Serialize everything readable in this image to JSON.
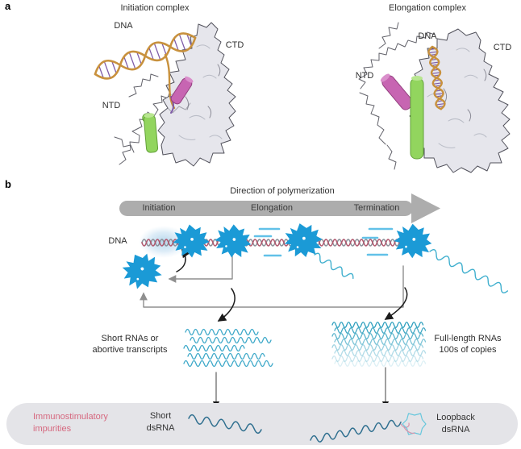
{
  "figure": {
    "panel_a": {
      "label": "a",
      "initiation": {
        "title": "Initiation complex",
        "dna": "DNA",
        "ctd": "CTD",
        "ntd": "NTD"
      },
      "elongation": {
        "title": "Elongation complex",
        "dna": "DNA",
        "ctd": "CTD",
        "ntd": "NTD"
      }
    },
    "panel_b": {
      "label": "b",
      "direction_title": "Direction of polymerization",
      "stages": [
        "Initiation",
        "Elongation",
        "Termination"
      ],
      "dna": "DNA",
      "short_rna_line1": "Short RNAs or",
      "short_rna_line2": "abortive transcripts",
      "full_rna_line1": "Full-length RNAs",
      "full_rna_line2": "100s of copies",
      "impurities_line1": "Immunostimulatory",
      "impurities_line2": "impurities",
      "short_ds_line1": "Short",
      "short_ds_line2": "dsRNA",
      "loopback_line1": "Loopback",
      "loopback_line2": "dsRNA"
    },
    "colors": {
      "polymerase_blue": "#1b9ad6",
      "speed_line_blue": "#62c1e8",
      "rna_teal": "#3fa9c9",
      "full_rna_teal": "#2d9fbe",
      "dsrna_blue": "#2f6f8f",
      "impurities_pink": "#d6687f",
      "arrow_gray": "#adadad",
      "bar_gray": "#e4e4e8",
      "dna_strand_gray": "#8a8f98",
      "dna_strand_red": "#b0586e",
      "dna_orange": "#c8913d",
      "rung_purple": "#7f5ca8",
      "helix_magenta": "#c765b2",
      "helix_green": "#92d55e",
      "surface_gray": "#e6e6ec"
    }
  }
}
